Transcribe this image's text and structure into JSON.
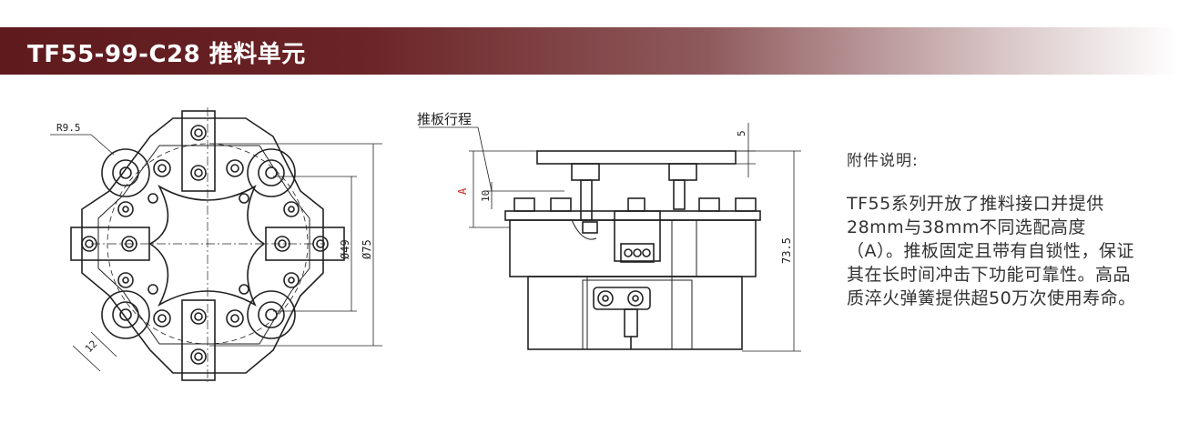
{
  "header": {
    "title": "TF55-99-C28 推料单元"
  },
  "drawing": {
    "labels": {
      "radius": "R9.5",
      "width": "12",
      "dia_inner": "Ø49",
      "dia_outer": "Ø75",
      "stroke_label": "推板行程",
      "dim_a": "A",
      "dim_10": "10",
      "dim_5": "5",
      "dim_height": "73.5"
    }
  },
  "notes": {
    "title": "附件说明:",
    "body": "TF55系列开放了推料接口并提供28mm与38mm不同选配高度（A）。推板固定且带有自锁性，保证其在长时间冲击下功能可靠性。高品质淬火弹簧提供超50万次使用寿命。"
  },
  "colors": {
    "header_dark": "#5e1a1d",
    "dim_red": "#d42020"
  }
}
